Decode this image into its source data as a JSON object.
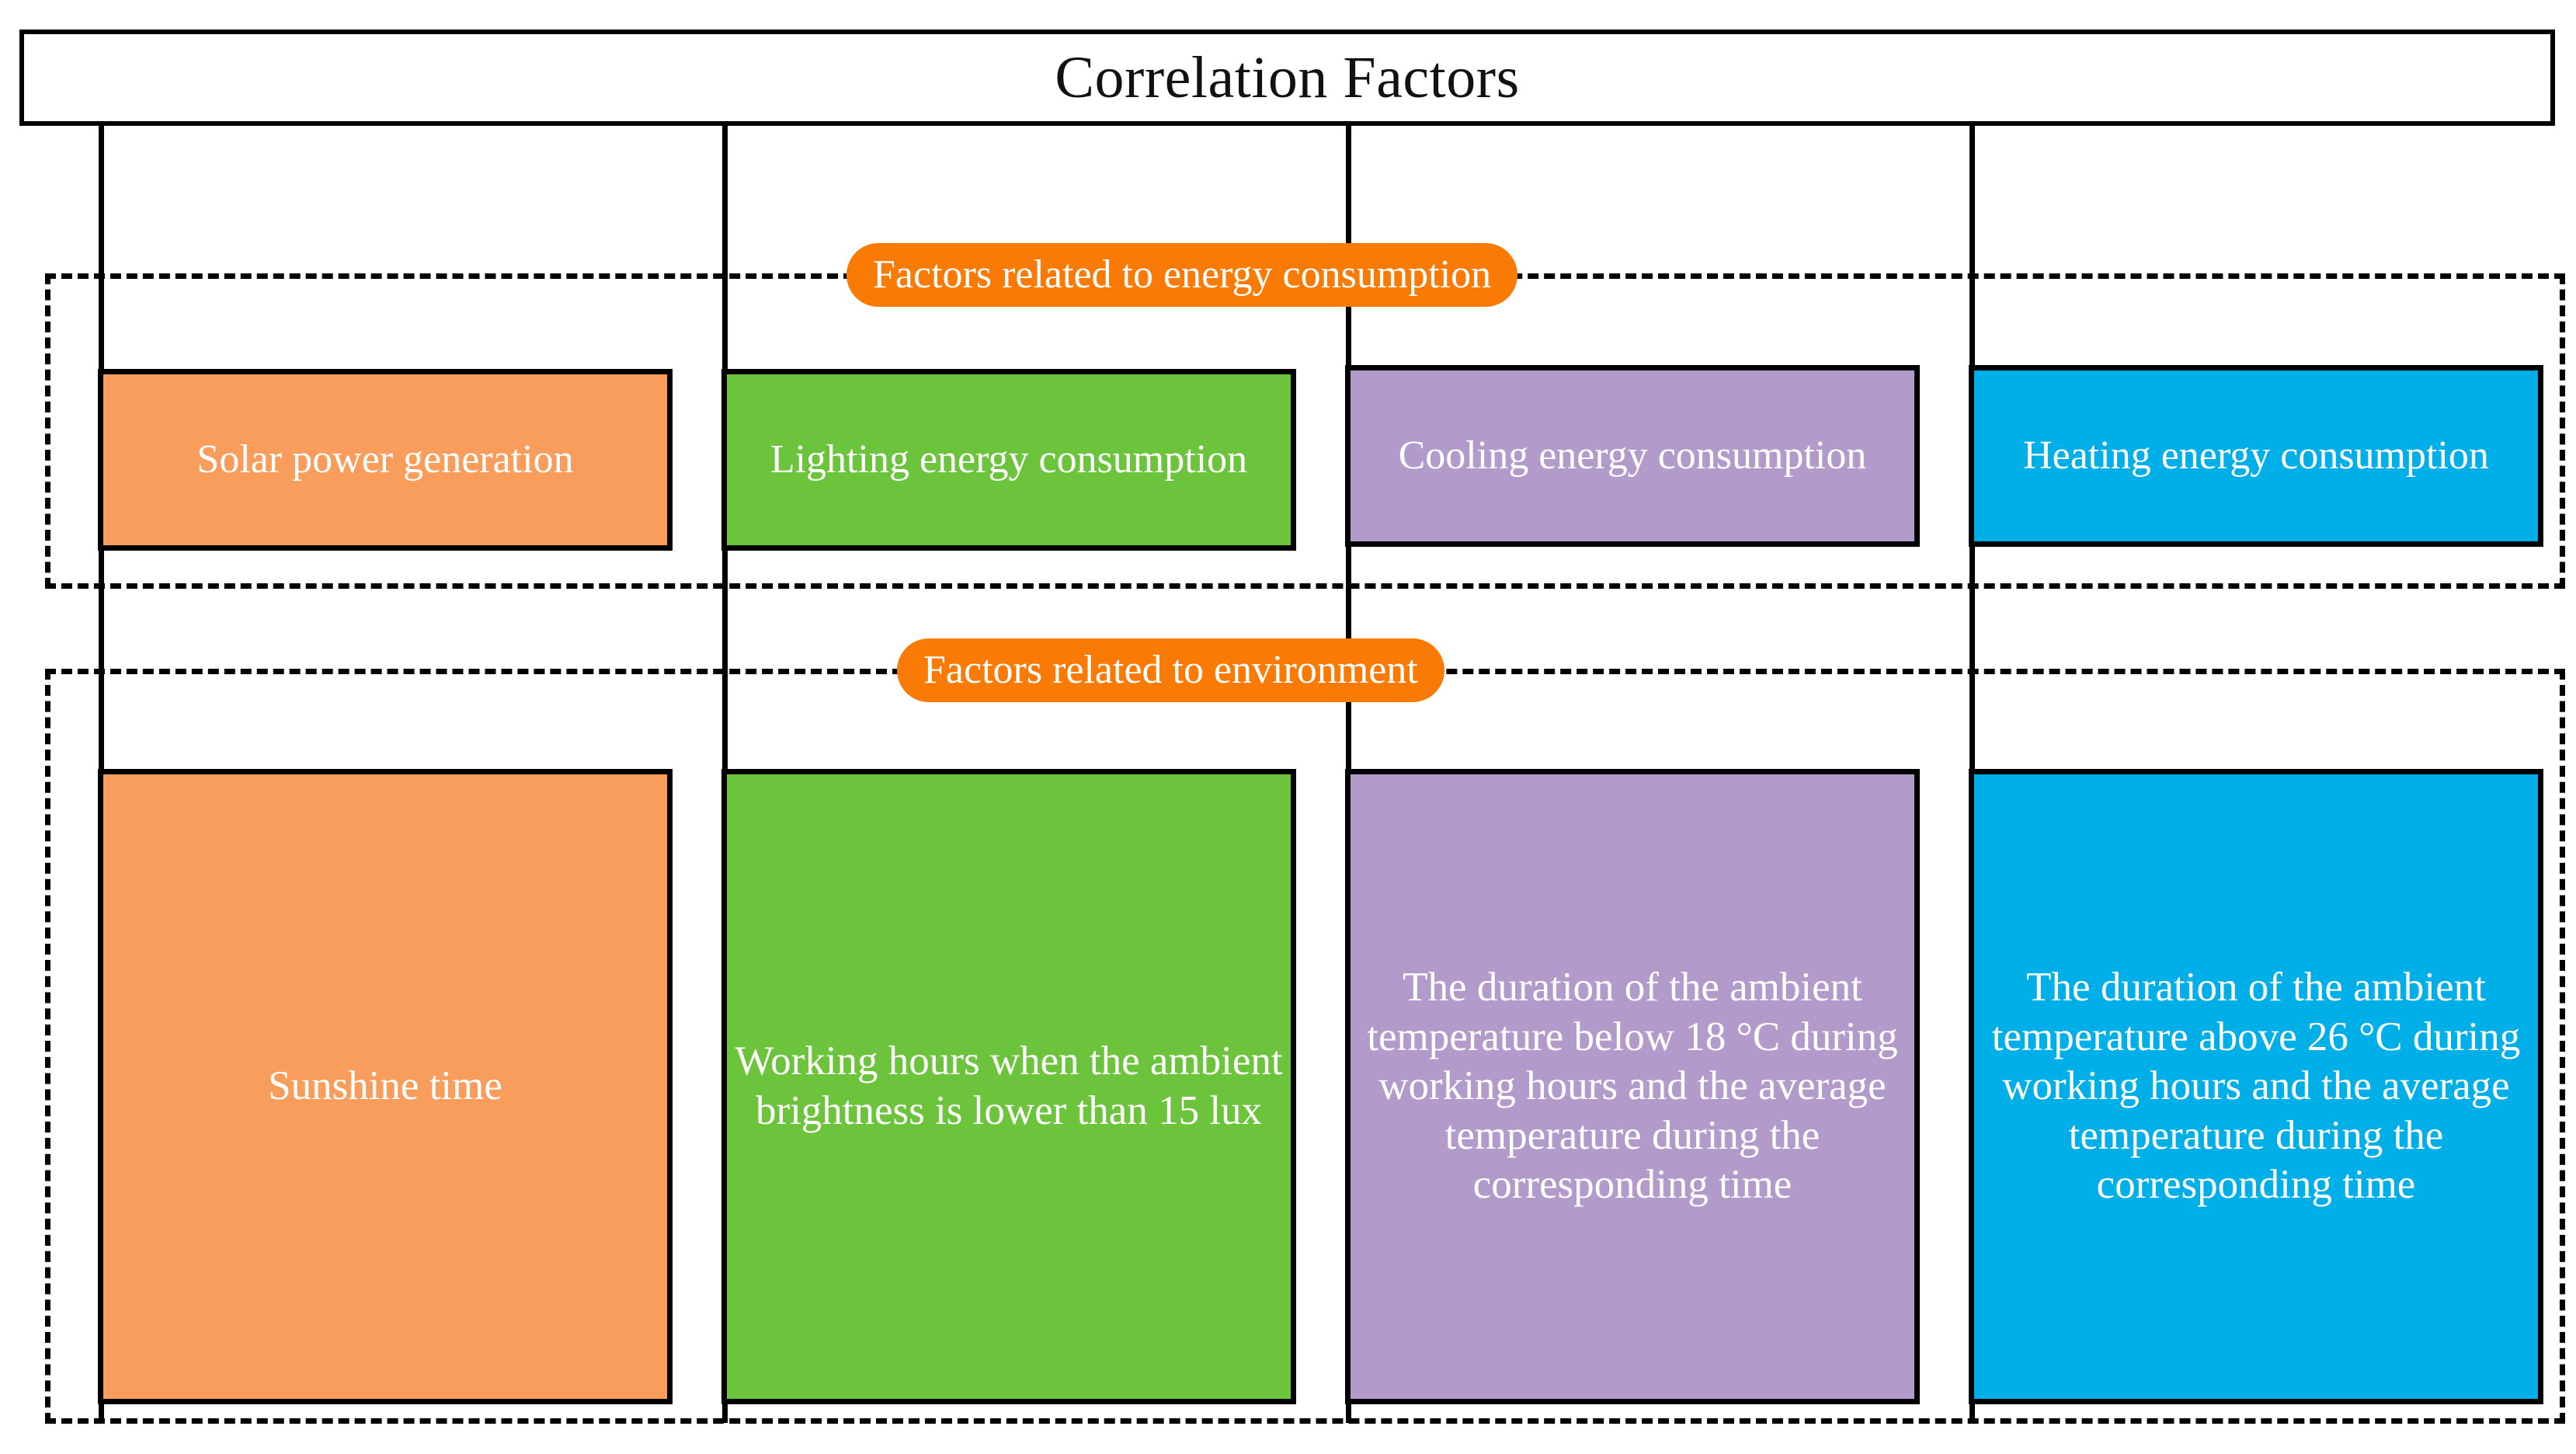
{
  "diagram": {
    "title": "Correlation Factors",
    "groups": [
      {
        "id": "energy-consumption",
        "label": "Factors related to energy consumption"
      },
      {
        "id": "environment",
        "label": "Factors related to environment"
      }
    ],
    "columns": [
      {
        "id": "solar",
        "color": "#F89D5B"
      },
      {
        "id": "lighting",
        "color": "#6CC43C"
      },
      {
        "id": "cooling",
        "color": "#B29BCB"
      },
      {
        "id": "heating",
        "color": "#00AEE8"
      }
    ],
    "row_energy": [
      {
        "id": "solar-power-generation",
        "text": "Solar power generation",
        "color": "#F89D5B"
      },
      {
        "id": "lighting-energy-consumption",
        "text": "Lighting energy consumption",
        "color": "#6CC43C"
      },
      {
        "id": "cooling-energy-consumption",
        "text": "Cooling energy consumption",
        "color": "#B29BCB"
      },
      {
        "id": "heating-energy-consumption",
        "text": "Heating energy consumption",
        "color": "#00AEE8"
      }
    ],
    "row_environment": [
      {
        "id": "sunshine-time",
        "text": "Sunshine time",
        "color": "#F89D5B"
      },
      {
        "id": "working-hours-low-brightness",
        "text": "Working hours when the ambient brightness is lower than 15 lux",
        "color": "#6CC43C"
      },
      {
        "id": "duration-below-18c",
        "text": "The duration of the ambient temperature below 18 °C during working hours and the average temperature during the corresponding time",
        "color": "#B29BCB"
      },
      {
        "id": "duration-above-26c",
        "text": "The duration of the ambient temperature above 26 °C during working hours and the average temperature during the corresponding time",
        "color": "#00AEE8"
      }
    ],
    "colors": {
      "pill_orange": "#F97B06",
      "box_orange": "#F89D5B",
      "box_green": "#6CC43C",
      "box_purple": "#B29BCB",
      "box_blue": "#00AEE8",
      "outline": "#000000",
      "text_on_color": "#FFFFFF",
      "title_text": "#111111",
      "background": "#FFFFFF"
    }
  }
}
